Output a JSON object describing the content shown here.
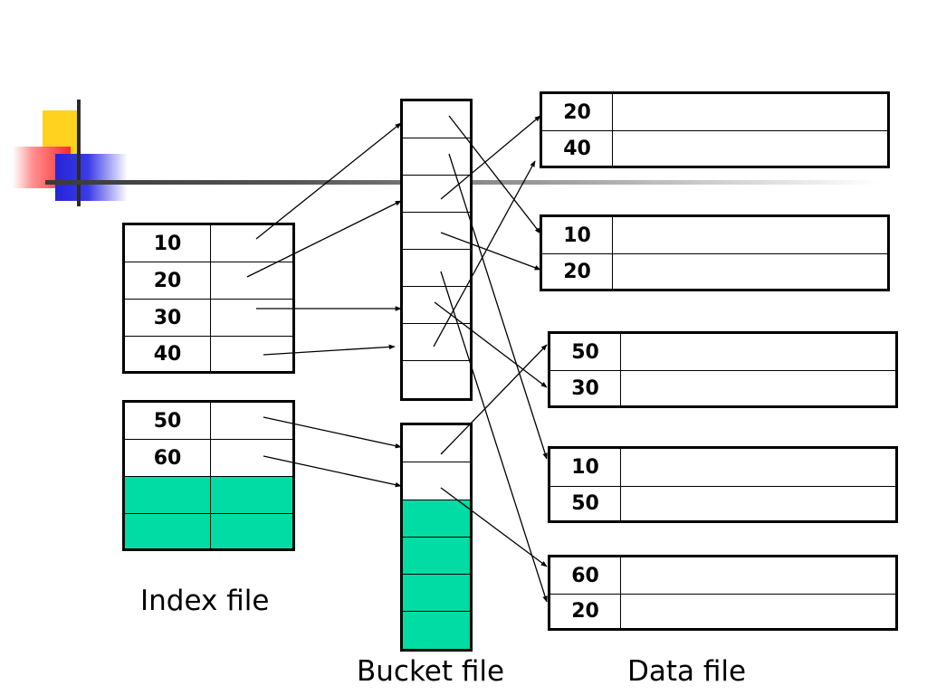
{
  "index_file": {
    "caption": "Index file",
    "block1": [
      "10",
      "20",
      "30",
      "40"
    ],
    "block2": [
      "50",
      "60",
      "",
      ""
    ]
  },
  "bucket_file": {
    "caption": "Bucket file"
  },
  "data_file": {
    "caption": "Data file",
    "blocks": [
      [
        "20",
        "40"
      ],
      [
        "10",
        "20"
      ],
      [
        "50",
        "30"
      ],
      [
        "10",
        "50"
      ],
      [
        "60",
        "20"
      ]
    ]
  },
  "colors": {
    "empty_fill": "#00dca3",
    "logo_yellow": "#ffd21f",
    "logo_red": "#ff2a2a",
    "logo_blue": "#2525d8"
  }
}
